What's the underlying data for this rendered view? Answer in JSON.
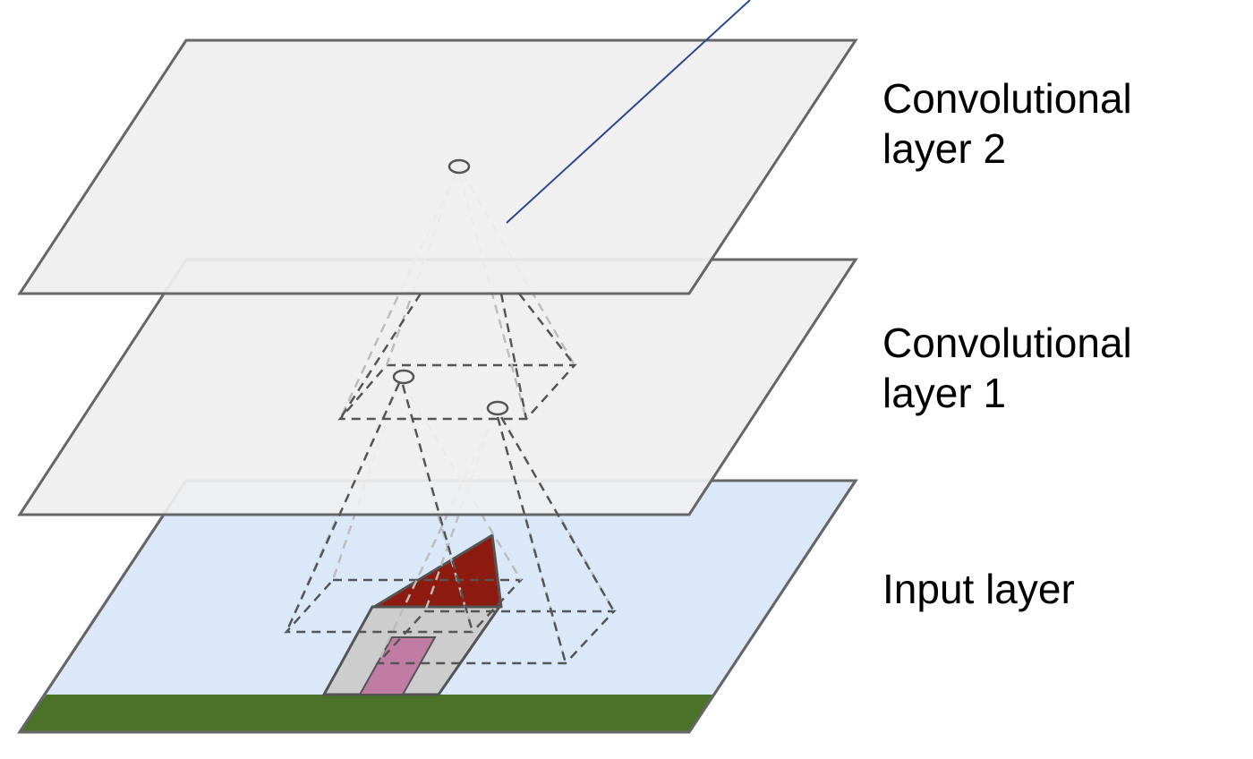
{
  "labels": {
    "conv2_line1": "Convolutional",
    "conv2_line2": "layer 2",
    "conv1_line1": "Convolutional",
    "conv1_line2": "layer 1",
    "input": "Input layer"
  },
  "colors": {
    "conv_layer_fill": "#efefef",
    "input_layer_fill": "#dae8fa",
    "ground": "#4a7229",
    "roof": "#8e1b10",
    "house_wall": "#cdcdcd",
    "door": "#c17ca4",
    "plane_stroke": "#666666",
    "receptive_field_dark": "#555555",
    "receptive_field_light": "#bcbcbc",
    "pointer_line": "#2a4a8c"
  }
}
